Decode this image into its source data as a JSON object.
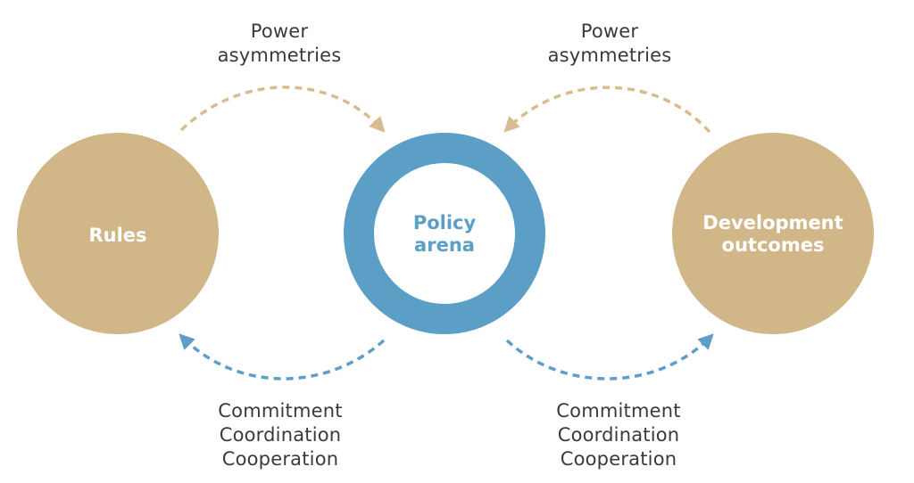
{
  "colors": {
    "tan": "#d1b688",
    "blue": "#5b9ec6",
    "tan_arrow": "#d7bc8f",
    "blue_arrow": "#5e9fc8",
    "text": "#3a3a3a"
  },
  "nodes": {
    "rules": {
      "line1": "Rules"
    },
    "policy_arena": {
      "line1": "Policy",
      "line2": "arena"
    },
    "development_outcomes": {
      "line1": "Development",
      "line2": "outcomes"
    }
  },
  "top_labels": {
    "left": {
      "line1": "Power",
      "line2": "asymmetries"
    },
    "right": {
      "line1": "Power",
      "line2": "asymmetries"
    }
  },
  "bottom_labels": {
    "left": {
      "line1": "Commitment",
      "line2": "Coordination",
      "line3": "Cooperation"
    },
    "right": {
      "line1": "Commitment",
      "line2": "Coordination",
      "line3": "Cooperation"
    }
  }
}
